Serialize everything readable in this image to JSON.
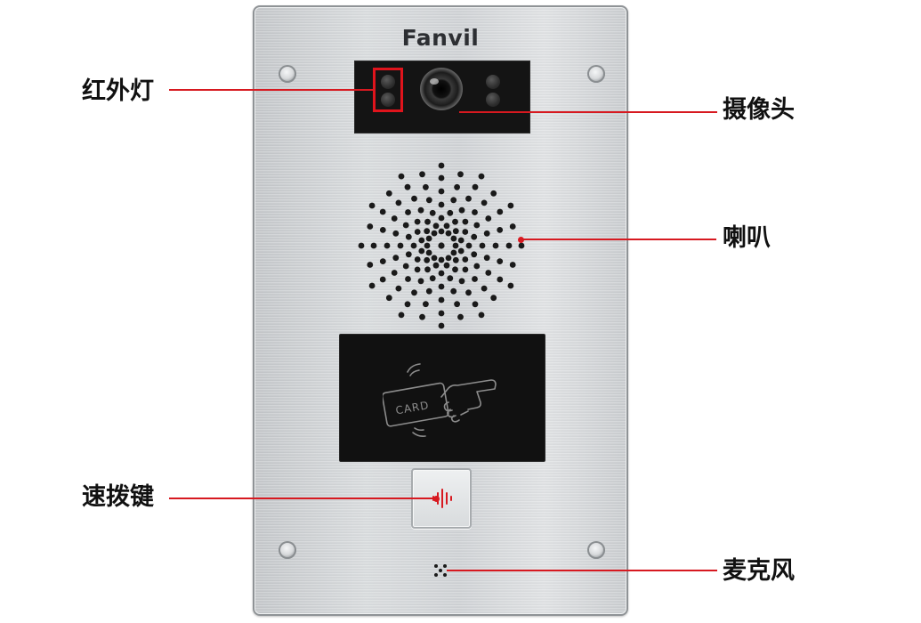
{
  "brand": {
    "logo_text": "Fanvil"
  },
  "rfid_card": {
    "card_text": "CARD"
  },
  "callouts": {
    "ir_light": "红外灯",
    "camera": "摄像头",
    "speaker": "喇叭",
    "speed_dial": "速拨键",
    "microphone": "麦克风"
  },
  "colors": {
    "leader_line": "#d71920",
    "ir_highlight_box": "#e0141c",
    "panel_metal": "#d2d5d8",
    "window_black": "#111111"
  },
  "icons": {
    "speed_dial_button": "sound-wave-icon",
    "rfid_reader": "hand-holding-card-icon",
    "screws": "screw-icon"
  }
}
